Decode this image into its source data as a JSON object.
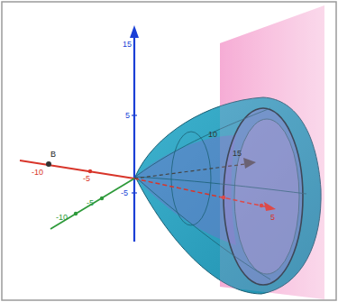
{
  "diagram": {
    "labels": [
      "15",
      "5",
      "-5",
      "B",
      "-10",
      "-5",
      "-10",
      "-5",
      "10",
      "15",
      "5"
    ]
  }
}
